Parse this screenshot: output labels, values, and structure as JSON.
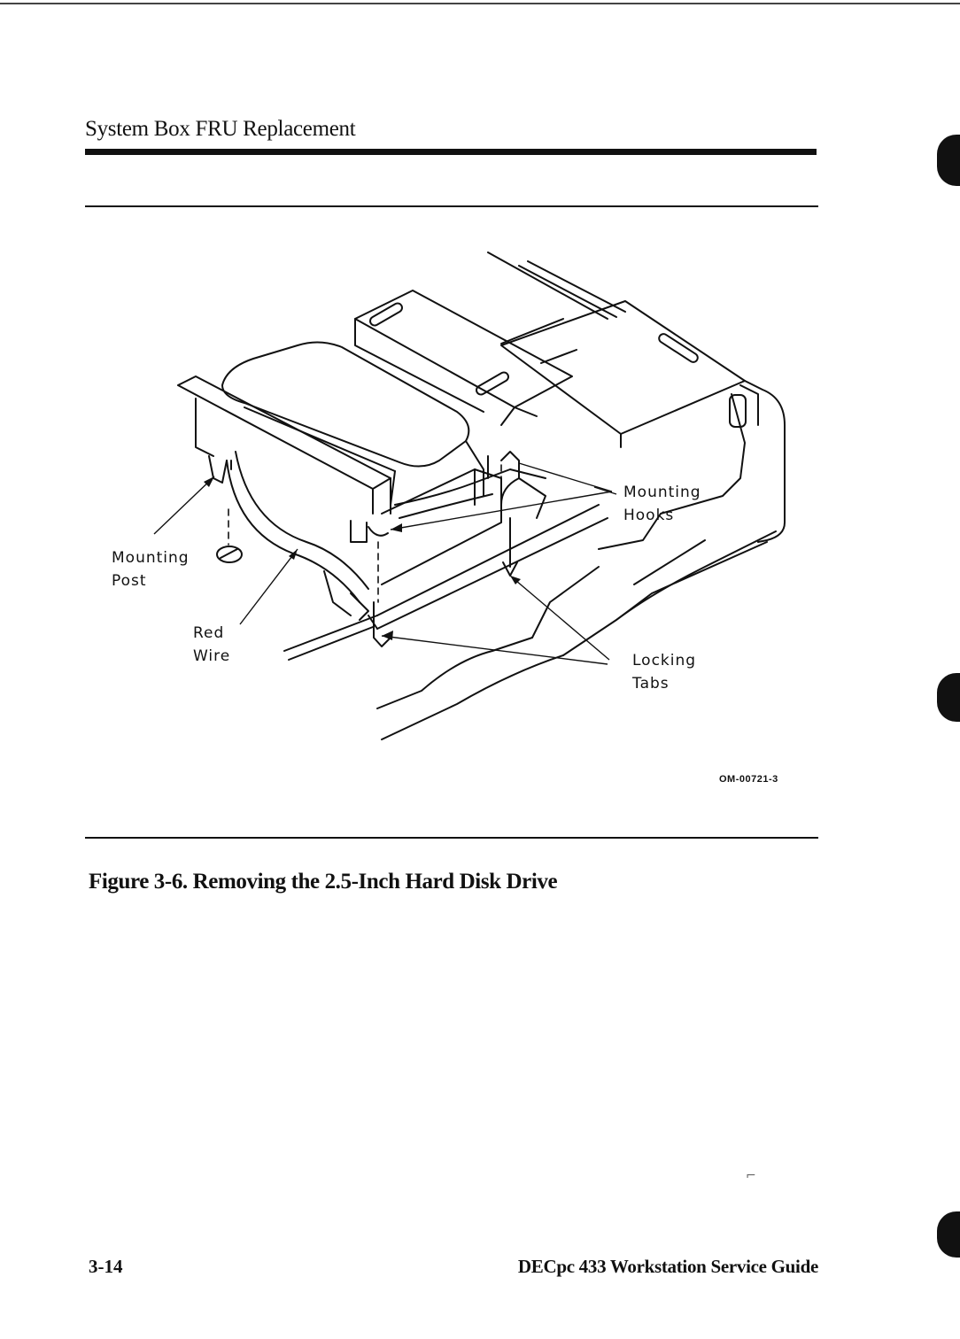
{
  "header": {
    "section_title": "System Box FRU Replacement"
  },
  "figure": {
    "callouts": {
      "mounting_hooks": [
        "Mounting",
        "Hooks"
      ],
      "mounting_post": [
        "Mounting",
        "Post"
      ],
      "red_wire": [
        "Red",
        "Wire"
      ],
      "locking_tabs": [
        "Locking",
        "Tabs"
      ]
    },
    "figure_id": "OM-00721-3",
    "caption": "Figure 3-6.  Removing the 2.5-Inch Hard Disk Drive"
  },
  "footer": {
    "page_number": "3-14",
    "book_title": "DECpc 433 Workstation Service Guide"
  }
}
